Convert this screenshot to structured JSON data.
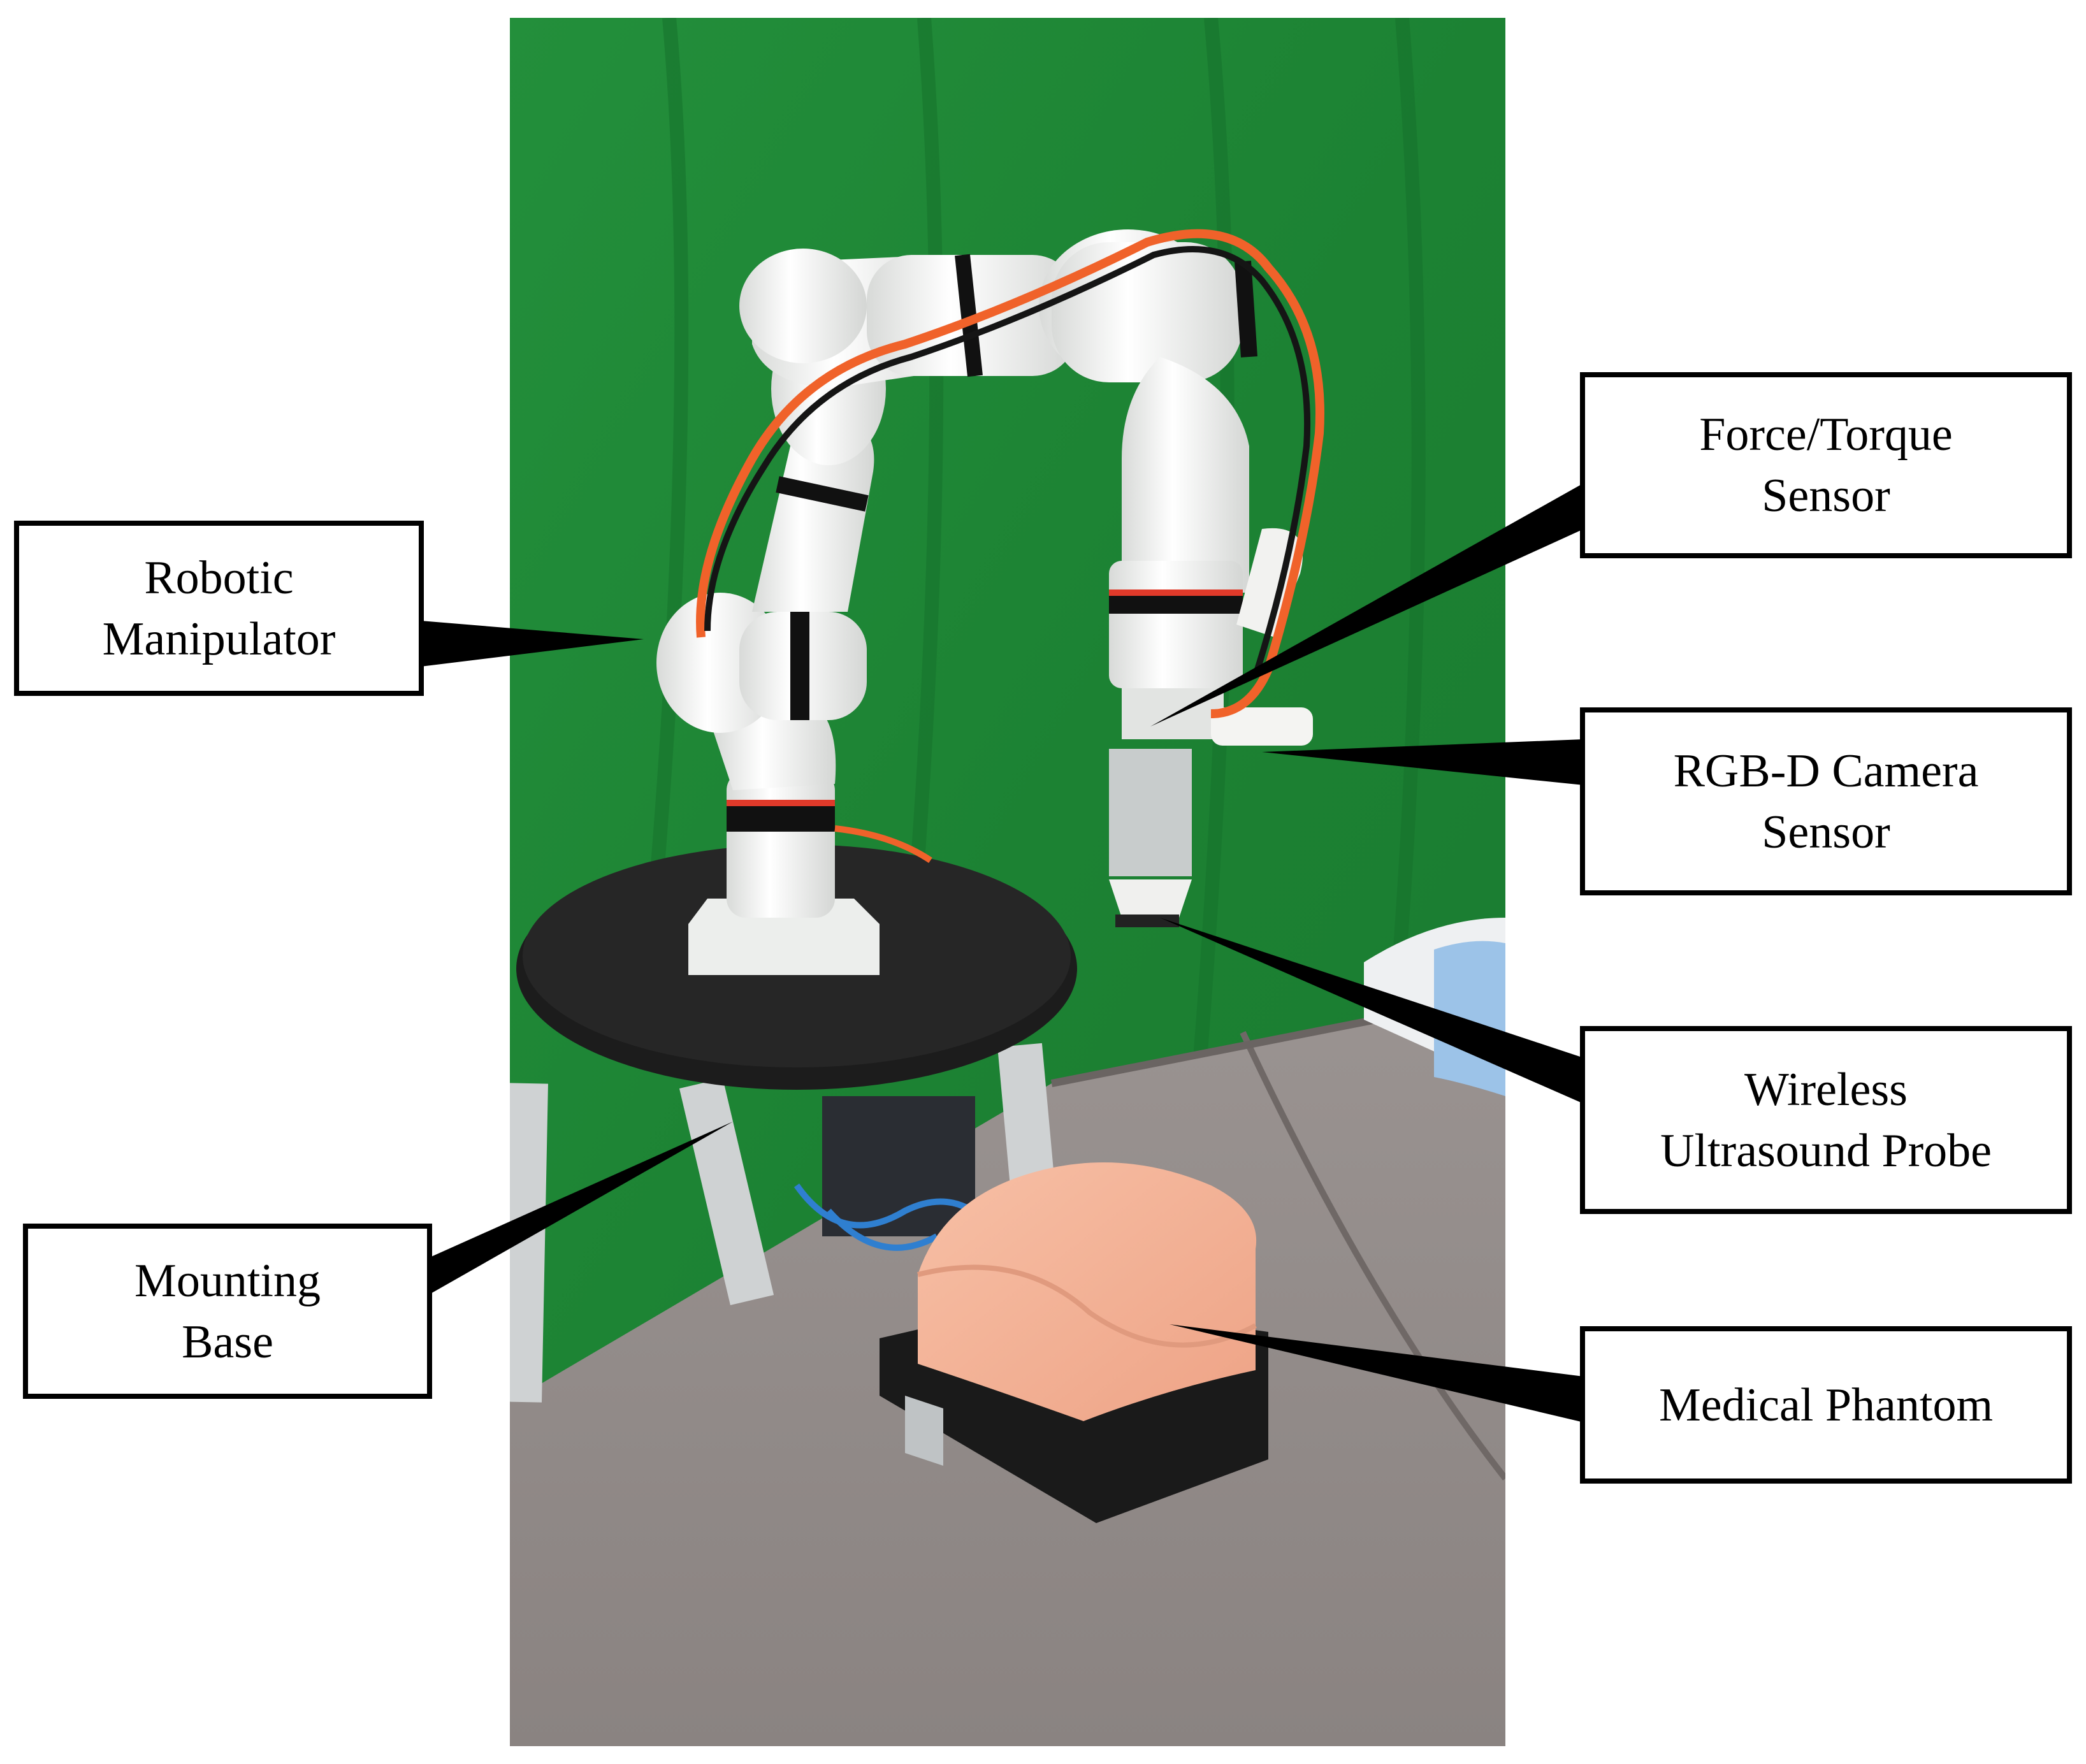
{
  "figure": {
    "labels": {
      "robotic_manipulator": [
        "Robotic",
        "Manipulator"
      ],
      "mounting_base": [
        "Mounting",
        "Base"
      ],
      "force_torque_sensor": [
        "Force/Torque",
        "Sensor"
      ],
      "rgbd_camera_sensor": [
        "RGB-D Camera",
        "Sensor"
      ],
      "wireless_ultrasound_probe": [
        "Wireless",
        "Ultrasound Probe"
      ],
      "medical_phantom": [
        "Medical Phantom"
      ]
    },
    "colors": {
      "backdrop": "#1f8a35",
      "robot_white": "#f2f3f1",
      "cable_orange": "#f0622a",
      "table_gray": "#8f8886",
      "phantom_skin": "#f3ae92",
      "mount_black": "#1c1c1c"
    }
  }
}
